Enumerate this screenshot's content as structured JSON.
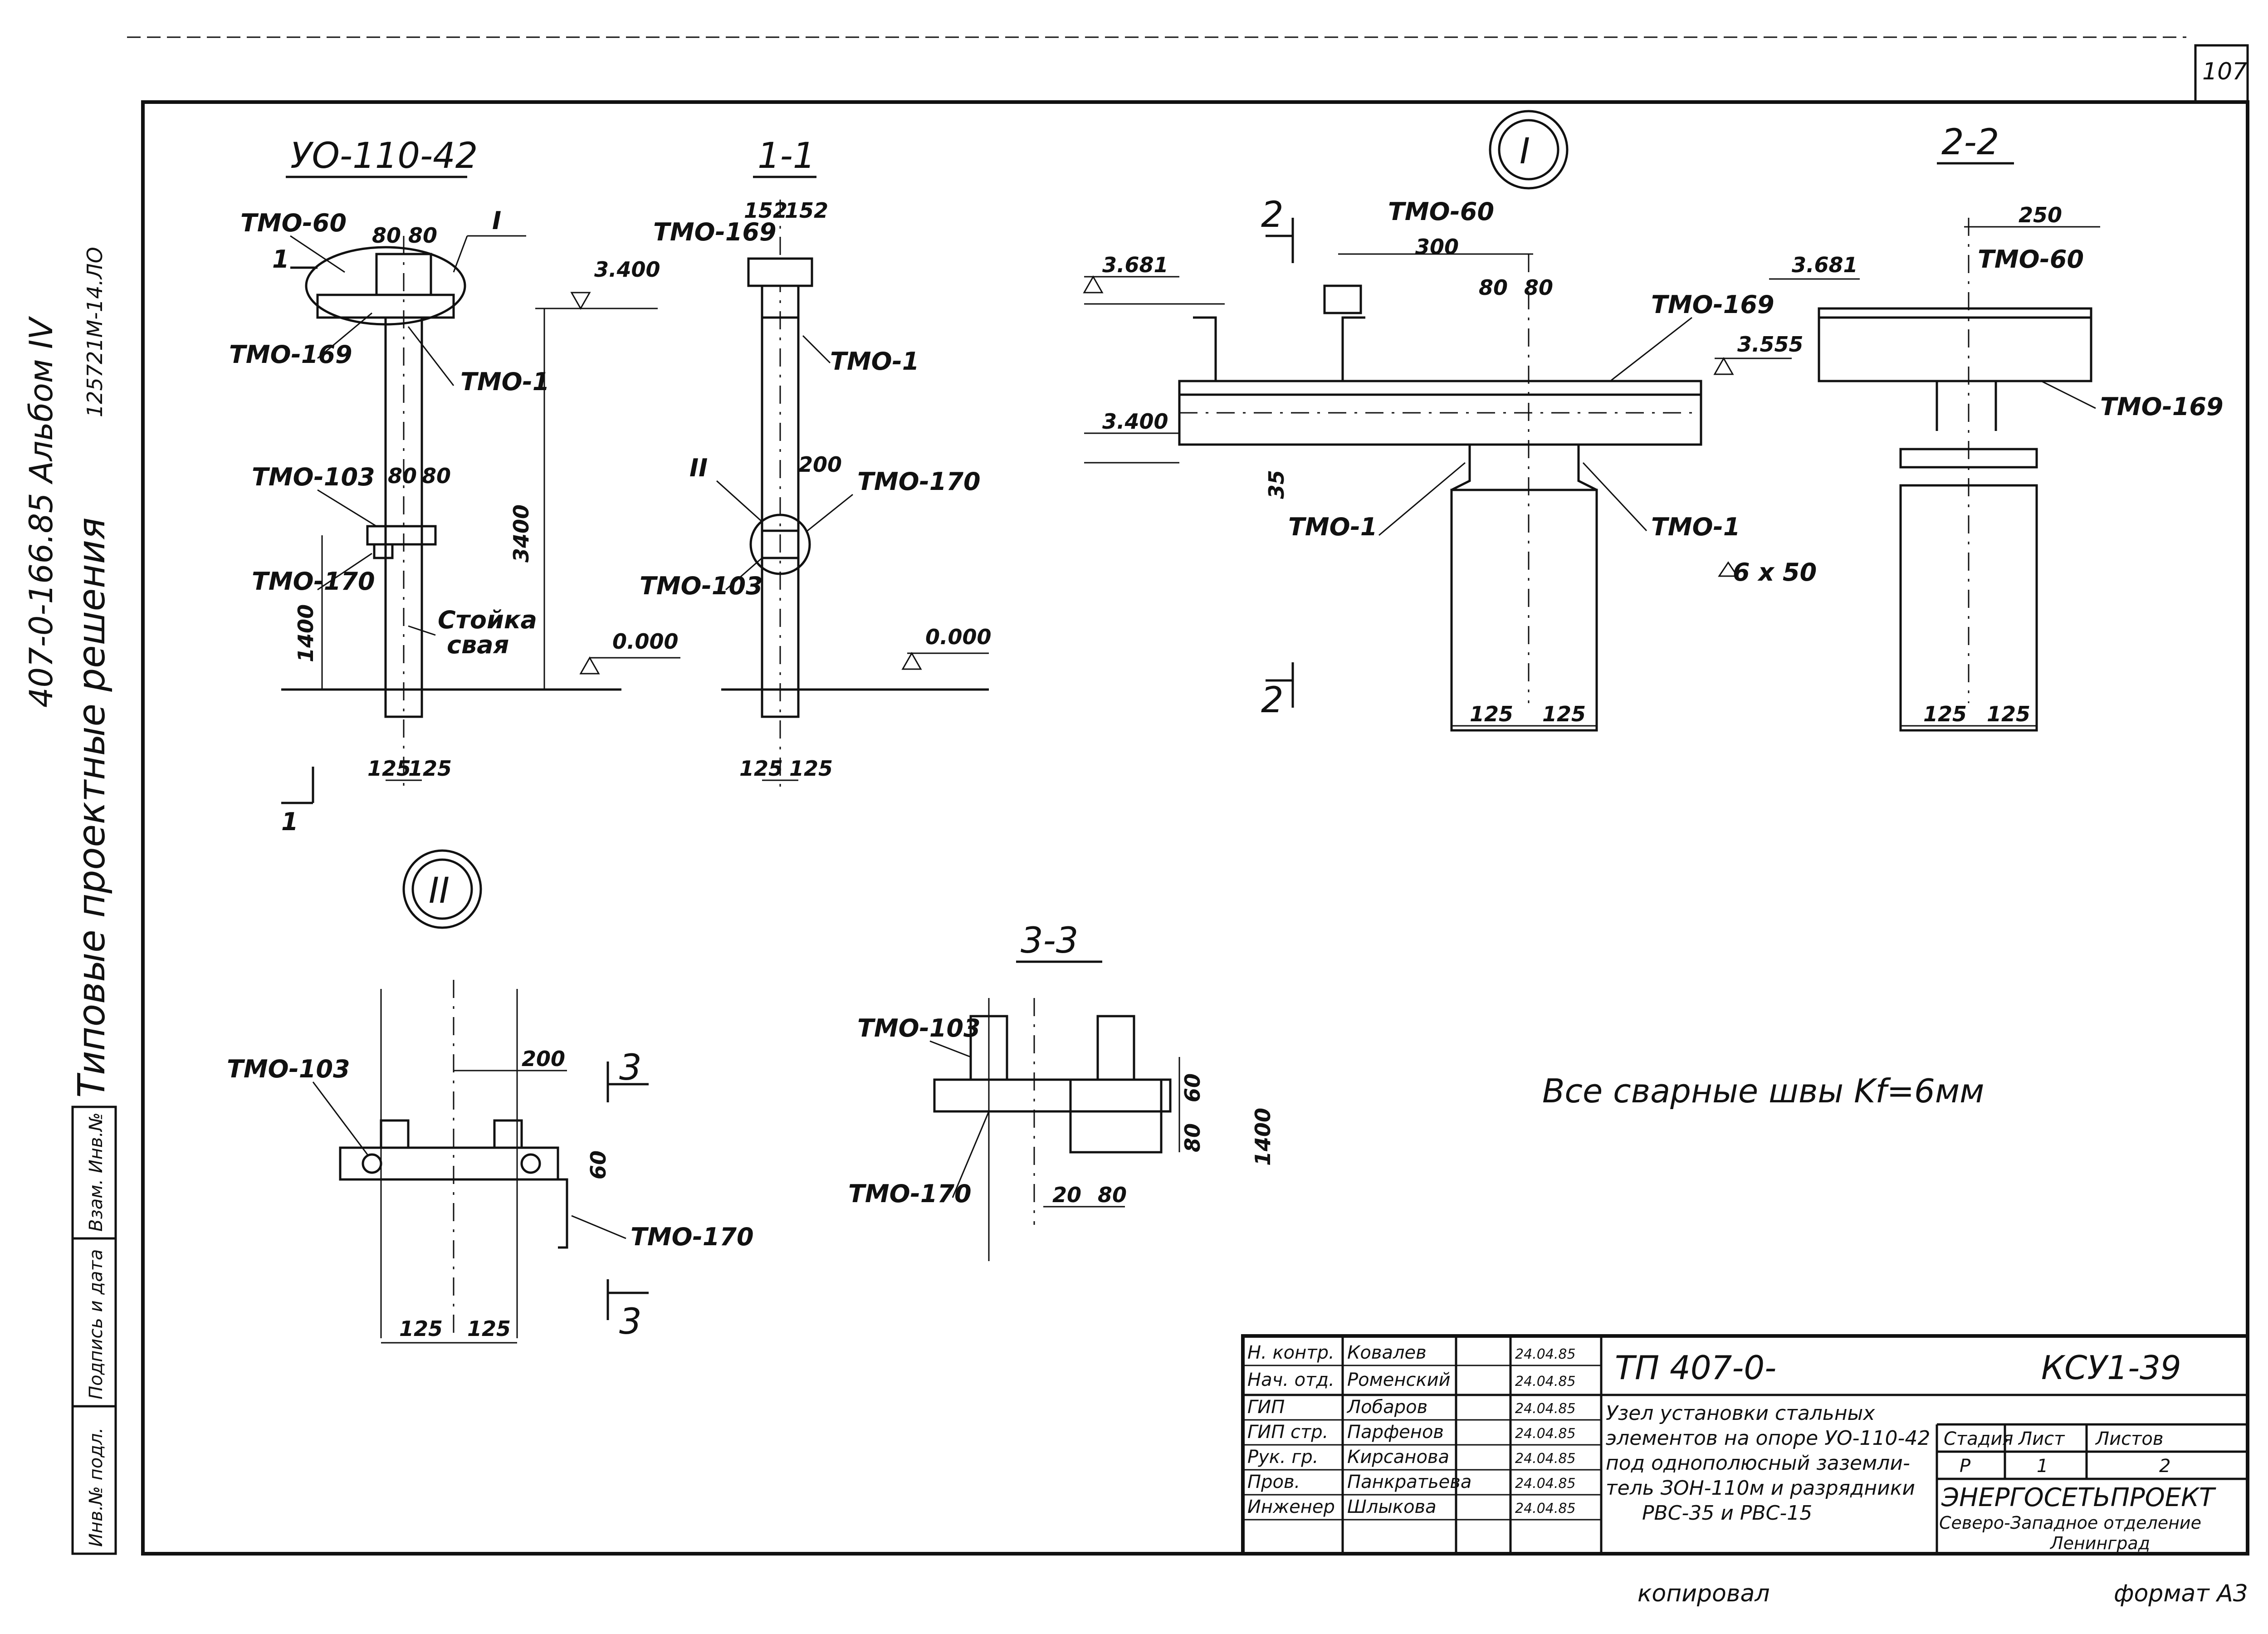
{
  "page_number": "107",
  "side_note_code": "125721М-14.ЛО",
  "side_album": "407-0-166.85 Альбом IV",
  "side_title": "Типовые проектные решения",
  "stamp_cells": [
    "Инв.№ подл.",
    "Подпись и дата",
    "Взам. Инв.№"
  ],
  "views": {
    "main": {
      "title": "УО-110-42",
      "labels": [
        "ТМО-60",
        "ТМО-169",
        "ТМО-1",
        "ТМО-103",
        "ТМО-170",
        "Стойка",
        "свая"
      ],
      "node_mark": "I",
      "cut_mark": "1",
      "dims": [
        "80",
        "80",
        "3.400",
        "3400",
        "80",
        "80",
        "1400",
        "0.000",
        "125",
        "125"
      ]
    },
    "section_1_1": {
      "title": "1-1",
      "labels": [
        "ТМО-169",
        "ТМО-1",
        "ТМО-170",
        "ТМО-103"
      ],
      "node_mark": "II",
      "dims": [
        "152",
        "152",
        "200",
        "0.000",
        "125",
        "125"
      ]
    },
    "node_I": {
      "mark": "I",
      "labels": [
        "ТМО-60",
        "ТМО-169",
        "ТМО-1",
        "ТМО-1"
      ],
      "cut_mark": "2",
      "dims": [
        "300",
        "80",
        "80",
        "3.681",
        "3.555",
        "3.400",
        "35",
        "125",
        "125"
      ],
      "weld": "6 х 50"
    },
    "section_2_2": {
      "title": "2-2",
      "labels": [
        "ТМО-60",
        "ТМО-169"
      ],
      "dims": [
        "250",
        "3.681",
        "125",
        "125"
      ]
    },
    "node_II": {
      "mark": "II",
      "labels": [
        "ТМО-103",
        "ТМО-170"
      ],
      "cut_mark": "3",
      "dims": [
        "200",
        "60",
        "125",
        "125"
      ]
    },
    "section_3_3": {
      "title": "3-3",
      "labels": [
        "ТМО-103",
        "ТМО-170"
      ],
      "dims": [
        "60",
        "80",
        "1400",
        "20",
        "80"
      ]
    }
  },
  "note": "Все сварные швы Kf=6мм",
  "title_block": {
    "project_code": "ТП 407-0-",
    "sheet_code": "КСУ1-39",
    "roles": [
      {
        "role": "Н. контр.",
        "name": "Ковалев",
        "date": "24.04.85"
      },
      {
        "role": "Нач. отд.",
        "name": "Роменский",
        "date": "24.04.85"
      },
      {
        "role": "ГИП",
        "name": "Лобаров",
        "date": "24.04.85"
      },
      {
        "role": "ГИП стр.",
        "name": "Парфенов",
        "date": "24.04.85"
      },
      {
        "role": "Рук. гр.",
        "name": "Кирсанова",
        "date": "24.04.85"
      },
      {
        "role": "Пров.",
        "name": "Панкратьева",
        "date": "24.04.85"
      },
      {
        "role": "Инженер",
        "name": "Шлыкова",
        "date": "24.04.85"
      }
    ],
    "description": [
      "Узел установки стальных",
      "элементов на опоре УО-110-42",
      "под однополюсный заземли-",
      "тель ЗОН-110м и разрядники",
      "РВС-35 и РВС-15"
    ],
    "stage_header": "Стадия",
    "stage": "Р",
    "sheet_header": "Лист",
    "sheet": "1",
    "sheets_header": "Листов",
    "sheets": "2",
    "org": "ЭНЕРГОСЕТЬПРОЕКТ",
    "org_branch": "Северо-Западное отделение",
    "org_city": "Ленинград"
  },
  "footer": {
    "copied": "копировал",
    "format": "формат А3"
  }
}
